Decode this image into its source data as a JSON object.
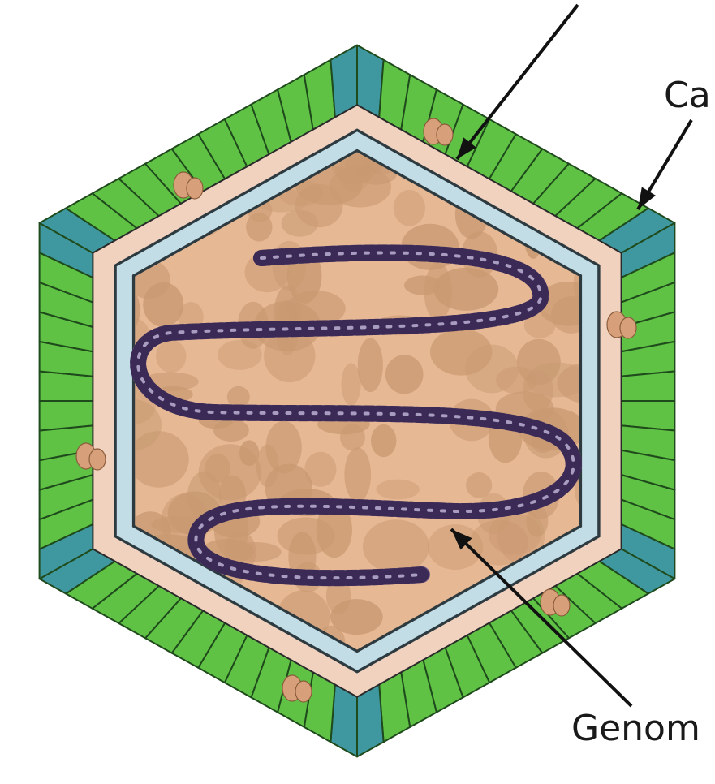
{
  "labels": {
    "capsid": "Ca",
    "genome": "Genom"
  },
  "colors": {
    "capsomer": "#5fc245",
    "capsomer_vertex": "#3f98a0",
    "capsomer_outline": "#1f4a1c",
    "envelope_gap": "#f0d2bf",
    "membrane": "#c3dde6",
    "core": "#e7b894",
    "core_mottle": "#c99a72",
    "protein": "#d8a07a",
    "dna": "#3a2a55",
    "arrow": "#111111"
  },
  "icons": [
    "pointer-arrow"
  ]
}
